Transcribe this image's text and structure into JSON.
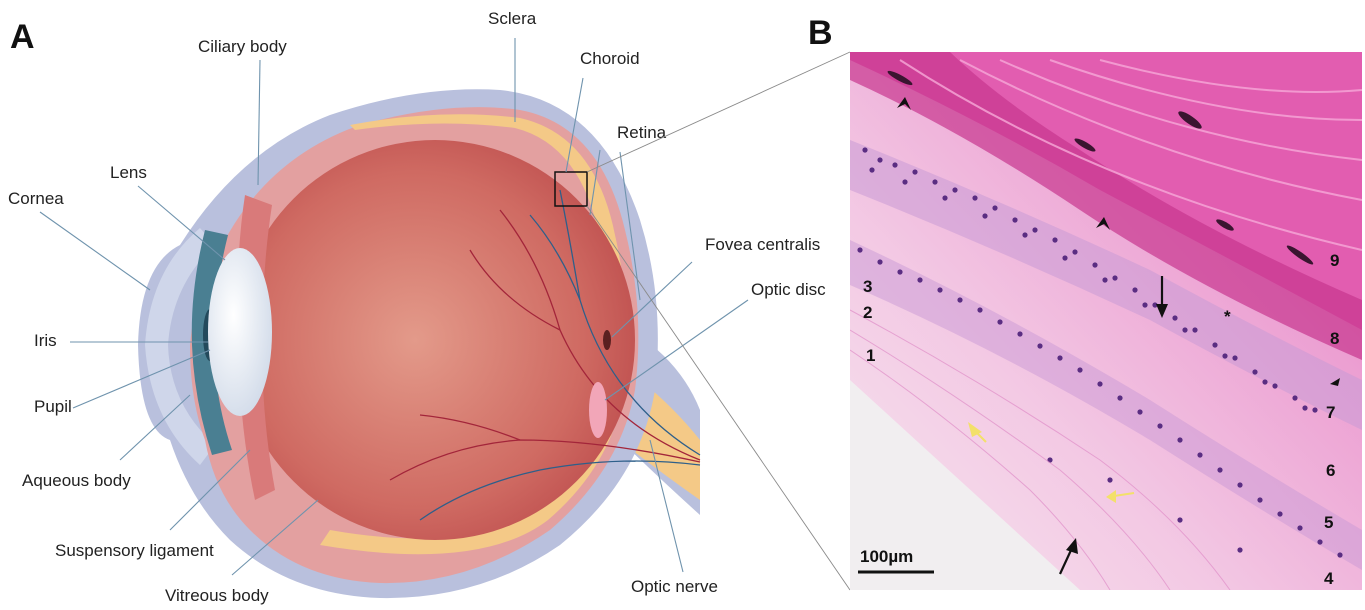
{
  "panels": {
    "a": {
      "letter": "A",
      "labels": {
        "sclera": "Sclera",
        "ciliary_body": "Ciliary body",
        "choroid": "Choroid",
        "retina": "Retina",
        "lens": "Lens",
        "cornea": "Cornea",
        "fovea_centralis": "Fovea centralis",
        "optic_disc": "Optic disc",
        "iris": "Iris",
        "pupil": "Pupil",
        "aqueous_body": "Aqueous body",
        "suspensory_ligament": "Suspensory ligament",
        "vitreous_body": "Vitreous body",
        "optic_nerve": "Optic nerve"
      }
    },
    "b": {
      "letter": "B",
      "scale_bar": "100µm",
      "layer_numbers": [
        "1",
        "2",
        "3",
        "4",
        "5",
        "6",
        "7",
        "8",
        "9"
      ],
      "asterisk": "*"
    }
  },
  "colors": {
    "sclera": "#b9c0dd",
    "choroid": "#d98c8c",
    "retina": "#f4c987",
    "vitreous": "#c85a5a",
    "lens": "#eef2f8",
    "iris": "#4a7f92",
    "histology_bg": "#f5c7e6",
    "nuclei": "#5a2d82",
    "leader": "#6f93ad"
  }
}
